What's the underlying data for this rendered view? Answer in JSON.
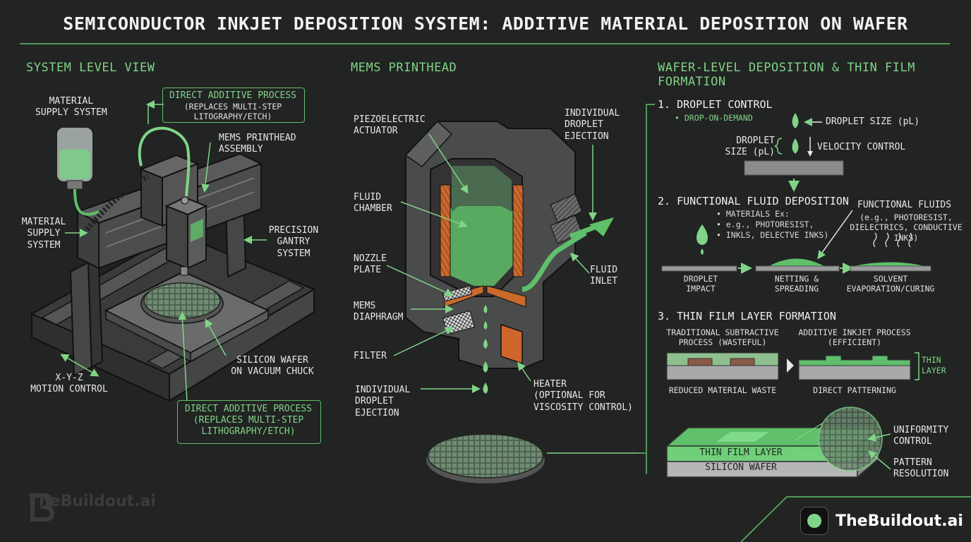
{
  "title": "SEMICONDUCTOR INKJET DEPOSITION SYSTEM: ADDITIVE MATERIAL DEPOSITION ON WAFER",
  "system": {
    "heading": "SYSTEM LEVEL VIEW",
    "material_supply_top": "MATERIAL\nSUPPLY SYSTEM",
    "direct_additive_top": "DIRECT ADDITIVE PROCESS",
    "direct_additive_top_sub": "(REPLACES MULTI-STEP\nLITOGRAPHY/ETCH)",
    "printhead_assembly": "MEMS PRINTHEAD\nASSEMBLY",
    "material_supply_left": "MATERIAL\nSUPPLY\nSYSTEM",
    "gantry": "PRECISION\nGANTRY\nSYSTEM",
    "wafer": "SILICON WAFER\nON VACUUM CHUCK",
    "motion": "X-Y-Z\nMOTION CONTROL",
    "direct_additive_bottom": "DIRECT ADDITIVE PROCESS",
    "direct_additive_bottom_sub": "(REPLACES MULTI-STEP\nLITHOGRAPHY/ETCH)"
  },
  "printhead": {
    "heading": "MEMS PRINTHEAD",
    "piezo": "PIEZOELECTRIC\nACTUATOR",
    "ejection_top": "INDIVIDUAL\nDROPLET\nEJECTION",
    "chamber": "FLUID\nCHAMBER",
    "nozzle": "NOZZLE\nPLATE",
    "inlet": "FLUID\nINLET",
    "diaphragm": "MEMS\nDIAPHRAGM",
    "filter": "FILTER",
    "ejection_bottom": "INDIVIDUAL\nDROPLET\nEJECTION",
    "heater": "HEATER\n(OPTIONAL FOR\nVISCOSITY CONTROL)"
  },
  "wafer_level": {
    "heading": "WAFER-LEVEL DEPOSITION & THIN FILM\nFORMATION",
    "step1": "1. DROPLET CONTROL",
    "step1_sub": "• DROP-ON-DEMAND",
    "droplet_size_right": "DROPLET SIZE (pL)",
    "droplet_size_left": "DROPLET\nSIZE (pL)",
    "velocity": "VELOCITY CONTROL",
    "step2": "2. FUNCTIONAL FLUID DEPOSITION",
    "materials": "• MATERIALS Ex:\n• e.g., PHOTORESIST,\n• INKLS, DELECTVE INKS)",
    "functional_fluids": "FUNCTIONAL FLUIDS",
    "functional_fluids_sub": "(e.g., PHOTORESIST,\nDIELECTRICS, CONDUCTIVE\nINKS)",
    "impact": "DROPLET\nIMPACT",
    "wetting": "NETTING &\nSPREADING",
    "curing": "SOLVENT\nEVAPORATION/CURING",
    "step3": "3. THIN FILM LAYER FORMATION",
    "traditional": "TRADITIONAL SUBTRACTIVE\nPROCESS (WASTEFUL)",
    "additive": "ADDITIVE INKJET PROCESS\n(EFFICIENT)",
    "thin_layer": "THIN\nLAYER",
    "reduced_waste": "REDUCED MATERIAL WASTE",
    "direct_patterning": "DIRECT PATTERNING",
    "thin_film_layer": "THIN FILM LAYER",
    "silicon_wafer": "SILICON WAFER",
    "uniformity": "UNIFORMITY\nCONTROL",
    "resolution": "PATTERN\nRESOLUTION"
  },
  "brand": {
    "name": "TheBuildout.ai",
    "watermark": "TheBuildout.ai"
  },
  "colors": {
    "background": "#222323",
    "accent": "#7fd487",
    "accent_dark": "#3f7a48",
    "metal": "#4a4b4b",
    "copper": "#c96a2c"
  }
}
